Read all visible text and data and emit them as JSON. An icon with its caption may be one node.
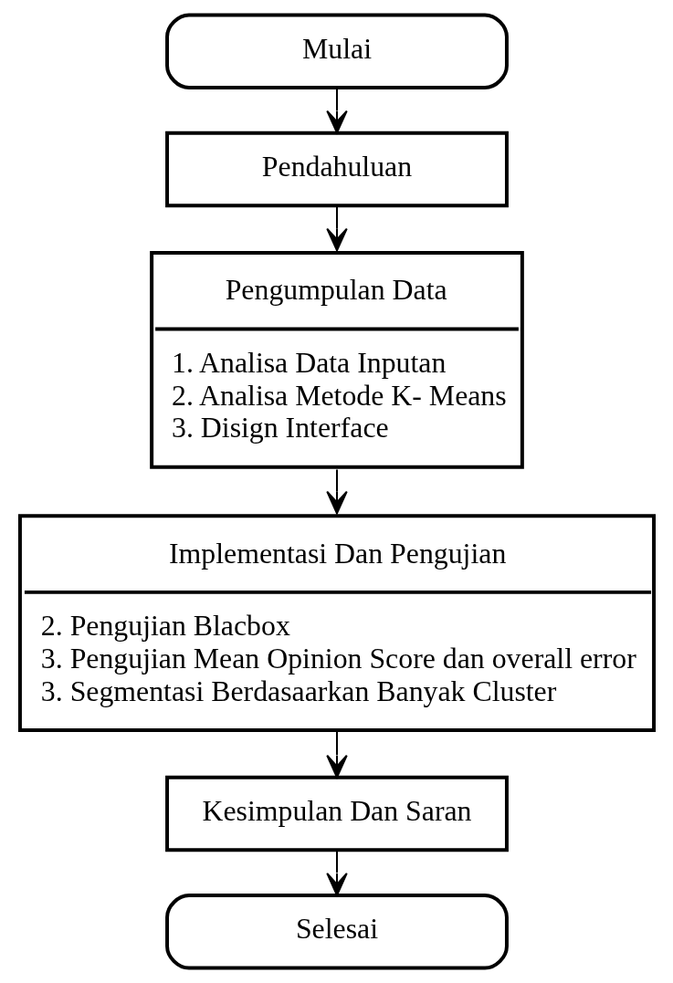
{
  "diagram": {
    "nodes": [
      {
        "text": [
          "Mulai"
        ]
      },
      {
        "text": [
          "Pendahuluan"
        ]
      },
      {
        "text": [
          "Pengumpulan Data",
          "1. Analisa Data Inputan",
          "2. Analisa Metode K- Means",
          "3. Disign Interface"
        ]
      },
      {
        "text": [
          "Implementasi Dan Pengujian",
          "2. Pengujian Blacbox",
          "3. Pengujian Mean Opinion Score dan overall error",
          "3. Segmentasi Berdasaarkan Banyak Cluster"
        ]
      },
      {
        "text": [
          "Kesimpulan Dan Saran"
        ]
      },
      {
        "text": [
          "Selesai"
        ]
      }
    ],
    "edges": [
      {
        "from": 0,
        "to": 1,
        "arrow": "to"
      },
      {
        "from": 1,
        "to": 2,
        "arrow": "to"
      },
      {
        "from": 2,
        "to": 3,
        "arrow": "to"
      },
      {
        "from": 3,
        "to": 4,
        "arrow": "to"
      },
      {
        "from": 4,
        "to": 5,
        "arrow": "to"
      }
    ]
  }
}
